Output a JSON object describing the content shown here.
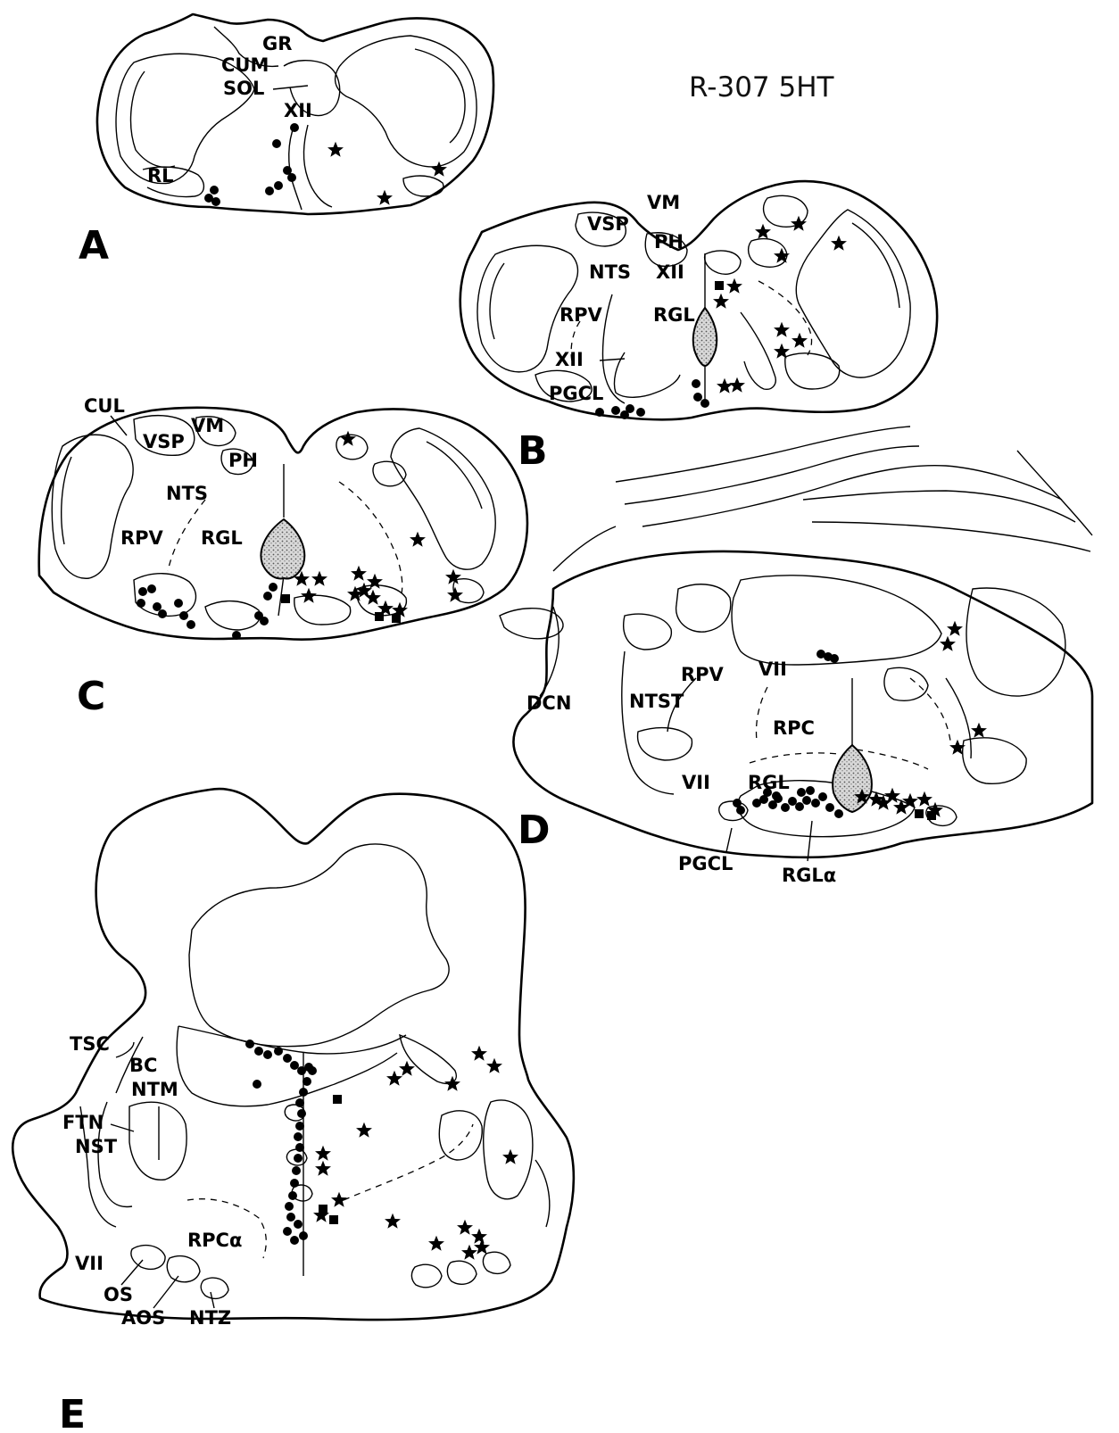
{
  "figure": {
    "title": "R-307 5HT",
    "panels": [
      {
        "id": "A",
        "letter": "A",
        "labels": [
          "GR",
          "CUM",
          "SOL",
          "XII",
          "RL"
        ]
      },
      {
        "id": "B",
        "letter": "B",
        "labels": [
          "VM",
          "VSP",
          "PH",
          "NTS",
          "XII",
          "RPV",
          "RGL",
          "XII",
          "PGCL"
        ]
      },
      {
        "id": "C",
        "letter": "C",
        "labels": [
          "CUL",
          "VSP",
          "VM",
          "PH",
          "NTS",
          "RPV",
          "RGL"
        ]
      },
      {
        "id": "D",
        "letter": "D",
        "labels": [
          "RPV",
          "VII",
          "NTST",
          "DCN",
          "RPC",
          "VII",
          "RGL",
          "PGCL",
          "RGLα"
        ]
      },
      {
        "id": "E",
        "letter": "E",
        "labels": [
          "TSC",
          "BC",
          "NTM",
          "FTN",
          "NST",
          "RPCα",
          "VII",
          "OS",
          "AOS",
          "NTZ"
        ]
      }
    ]
  },
  "symbols": {
    "dot_icon": "filled-circle",
    "star_icon": "filled-star",
    "square_icon": "filled-square",
    "stipple_icon": "stippled-midline-region"
  }
}
